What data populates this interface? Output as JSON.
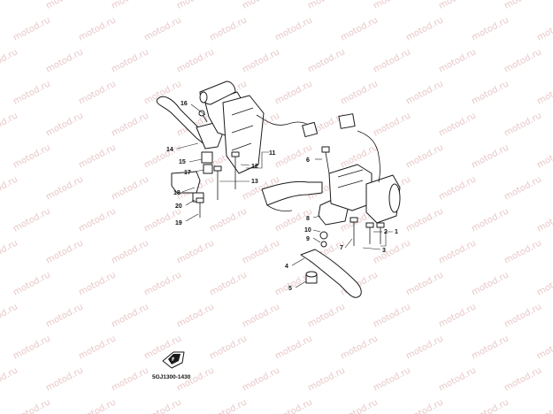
{
  "watermark": {
    "text": "motod.ru",
    "color": "#e8c7c7"
  },
  "callouts": {
    "c1": "1",
    "c2": "2",
    "c3": "3",
    "c4": "4",
    "c5": "5",
    "c6": "6",
    "c7": "7",
    "c8": "8",
    "c9": "9",
    "c10": "10",
    "c11": "11",
    "c12": "12",
    "c13": "13",
    "c14": "14",
    "c15": "15",
    "c16": "16",
    "c17": "17",
    "c18": "18",
    "c19": "19",
    "c20": "20"
  },
  "figure_code": "5GJ1300-1430",
  "icons": [
    "direction-arrow-icon"
  ]
}
